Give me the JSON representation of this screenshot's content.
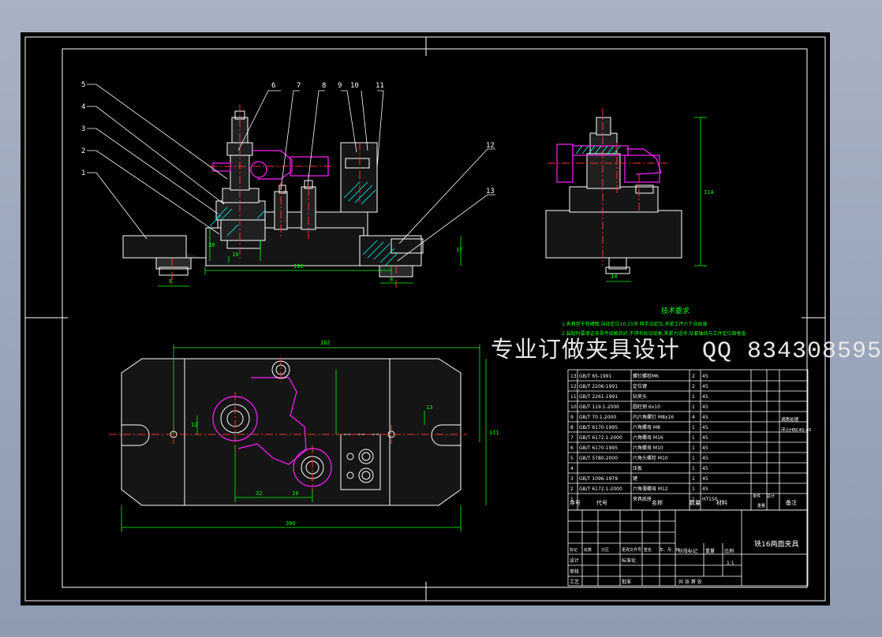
{
  "drawing": {
    "balloons": [
      "1",
      "2",
      "3",
      "4",
      "5",
      "6",
      "7",
      "8",
      "9",
      "10",
      "11",
      "12",
      "13"
    ],
    "dims_front": {
      "width": "116",
      "left_h": "30",
      "right_h": "17",
      "bottom_left": "8",
      "bottom_right": "8",
      "bore": "16"
    },
    "dims_side": {
      "height": "114",
      "bottom": "14"
    },
    "dims_plan": {
      "top": "162",
      "bottom": "300",
      "d1": "32",
      "d2": "19",
      "d3": "12",
      "d4": "13",
      "side": "111"
    }
  },
  "tech_req": {
    "title": "技术要求",
    "lines": [
      "1.夹具用于铣槽面,自动定位10,15块 两手动定位,夹紧工件六个自由度",
      "2.装配时要保证各零件接触良好,不得有松动现象,夹紧力适中,钻套轴线与工件定位面垂直"
    ]
  },
  "watermark": {
    "text": "专业订做夹具设计",
    "qq": "QQ 834308595"
  },
  "bom": {
    "rows": [
      {
        "no": "13",
        "code": "GB/T 65-1991",
        "name": "螺钉螺栓M6",
        "qty": "2",
        "mat": "45"
      },
      {
        "no": "12",
        "code": "GB/T 2206-1991",
        "name": "定位键",
        "qty": "2",
        "mat": "45"
      },
      {
        "no": "11",
        "code": "GB/T 2261-1991",
        "name": "钻夹头",
        "qty": "1",
        "mat": "45"
      },
      {
        "no": "10",
        "code": "GB/T 119.1-2000",
        "name": "圆柱销 6x10",
        "qty": "1",
        "mat": "45"
      },
      {
        "no": "9",
        "code": "GB/T 70.1-2000",
        "name": "内六角螺钉 M8x16",
        "qty": "4",
        "mat": "45"
      },
      {
        "no": "8",
        "code": "GB/T 6170-1995",
        "name": "六角螺母 M8",
        "qty": "1",
        "mat": "45"
      },
      {
        "no": "7",
        "code": "GB/T 6172.1-2000",
        "name": "六角螺母 M16",
        "qty": "1",
        "mat": "45"
      },
      {
        "no": "6",
        "code": "GB/T 6170-1995",
        "name": "六角螺母 M10",
        "qty": "1",
        "mat": "45"
      },
      {
        "no": "5",
        "code": "GB/T 5780-2000",
        "name": "六角头螺栓 M10",
        "qty": "1",
        "mat": "45"
      },
      {
        "no": "4",
        "code": "",
        "name": "压板",
        "qty": "1",
        "mat": "45"
      },
      {
        "no": "3",
        "code": "GB/T 1096-1979",
        "name": "键",
        "qty": "1",
        "mat": "45"
      },
      {
        "no": "2",
        "code": "GB/T 6172.1-2000",
        "name": "六角薄螺母 M12",
        "qty": "1",
        "mat": "45"
      },
      {
        "no": "1",
        "code": "",
        "name": "夹具底座",
        "qty": "1",
        "mat": "HT150"
      }
    ],
    "notes": [
      "调质处理",
      "淬火HRC40-45"
    ],
    "header": {
      "no": "序号",
      "code": "代号",
      "name": "名称",
      "qty": "数量",
      "mat": "材料",
      "single": "单件",
      "total": "总计",
      "weight": "重量",
      "remark": "备注"
    }
  },
  "title_block": {
    "drawing_name": "铣16两面夹具",
    "design": "设计",
    "check": "审核",
    "process": "工艺",
    "approve": "批准",
    "std": "标准化",
    "stage": "阶段标记",
    "weight": "重量",
    "scale": "比例",
    "scale_val": "1:1",
    "sheets": "共 张  第 张",
    "mark": "标记",
    "count": "处数",
    "zone": "分区",
    "change": "更改文件号",
    "sign": "签名",
    "date": "年、月、日"
  },
  "colors": {
    "outline": "#ffffff",
    "center": "#ff3030",
    "dim": "#00ff00",
    "part": "#ff20ff",
    "hatch": "#00ffff",
    "fill": "#1e1e1e"
  }
}
